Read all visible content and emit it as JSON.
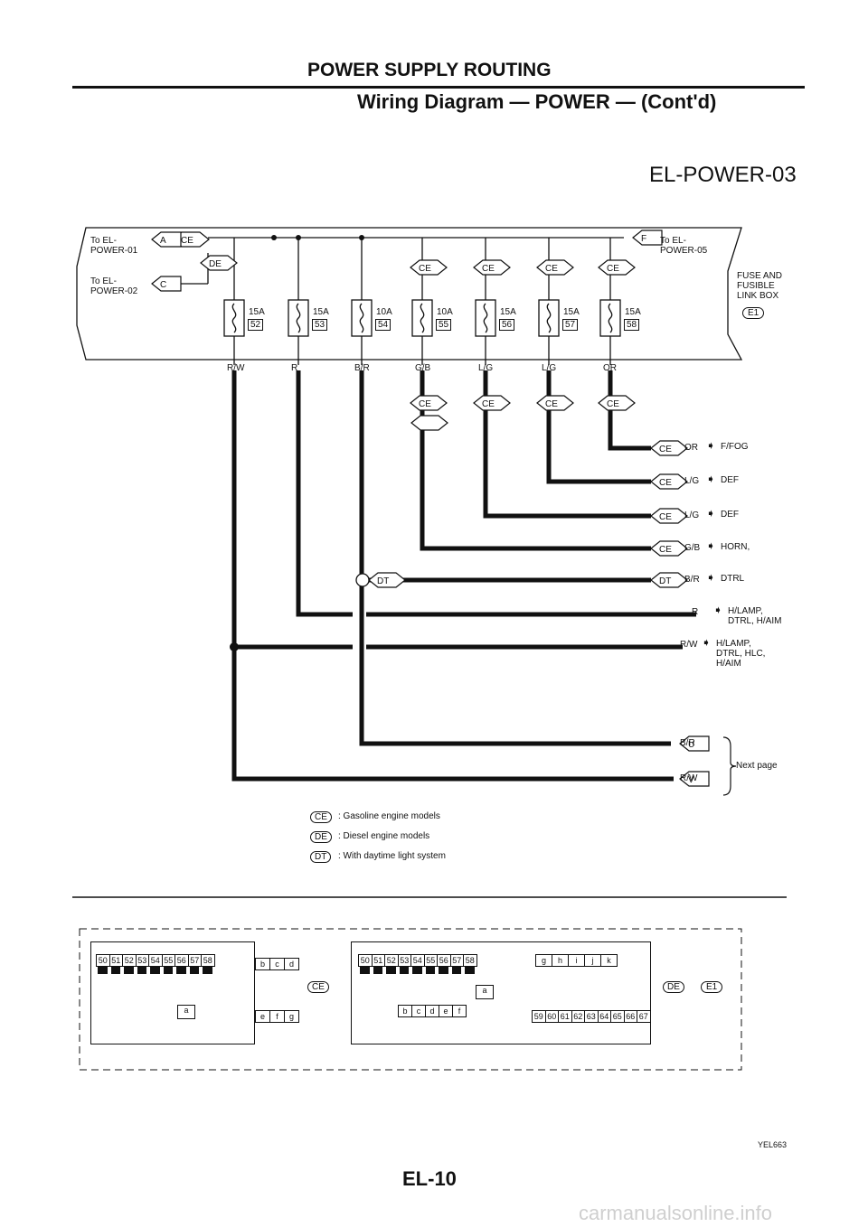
{
  "header": {
    "section": "POWER SUPPLY ROUTING",
    "subtitle": "Wiring Diagram — POWER — (Cont'd)",
    "diagram_code": "EL-POWER-03"
  },
  "connectors_top": {
    "to_power01": "To EL-\nPOWER-01",
    "to_power02": "To EL-\nPOWER-02",
    "to_power05": "To EL-\nPOWER-05",
    "fuse_box_label": "FUSE AND\nFUSIBLE\nLINK BOX",
    "fuse_box_code": "E1"
  },
  "markers": {
    "A": "A",
    "C": "C",
    "F": "F",
    "CE": "CE",
    "DE": "DE",
    "DT": "DT",
    "U": "U",
    "V": "V"
  },
  "fuses": [
    {
      "rating": "15A",
      "num": "52",
      "wire": "R/W"
    },
    {
      "rating": "15A",
      "num": "53",
      "wire": "R"
    },
    {
      "rating": "10A",
      "num": "54",
      "wire": "B/R"
    },
    {
      "rating": "10A",
      "num": "55",
      "wire": "G/B"
    },
    {
      "rating": "15A",
      "num": "56",
      "wire": "L/G"
    },
    {
      "rating": "15A",
      "num": "57",
      "wire": "L/G"
    },
    {
      "rating": "15A",
      "num": "58",
      "wire": "OR"
    }
  ],
  "outputs": [
    {
      "wire": "OR",
      "dest": "F/FOG"
    },
    {
      "wire": "L/G",
      "dest": "DEF"
    },
    {
      "wire": "L/G",
      "dest": "DEF"
    },
    {
      "wire": "G/B",
      "dest": "HORN,"
    },
    {
      "wire": "B/R",
      "dest": "DTRL"
    },
    {
      "wire": "R",
      "dest": "H/LAMP,\nDTRL, H/AIM"
    },
    {
      "wire": "R/W",
      "dest": "H/LAMP,\nDTRL, HLC,\nH/AIM"
    },
    {
      "wire": "B/R",
      "dest": ""
    },
    {
      "wire": "R/W",
      "dest": ""
    }
  ],
  "next_page": "Next page",
  "legend": [
    {
      "code": "CE",
      "text": ": Gasoline engine models"
    },
    {
      "code": "DE",
      "text": ": Diesel engine models"
    },
    {
      "code": "DT",
      "text": ": With daytime light system"
    }
  ],
  "bottom_connectors": {
    "left_row": [
      "50",
      "51",
      "52",
      "53",
      "54",
      "55",
      "56",
      "57",
      "58"
    ],
    "small_a": "a",
    "bcd": [
      "b",
      "c",
      "d"
    ],
    "efg": [
      "e",
      "f",
      "g"
    ],
    "mid_row": [
      "50",
      "51",
      "52",
      "53",
      "54",
      "55",
      "56",
      "57",
      "58"
    ],
    "bcdef": [
      "b",
      "c",
      "d",
      "e",
      "f"
    ],
    "ghijk": [
      "g",
      "h",
      "i",
      "j",
      "k"
    ],
    "row59_67": [
      "59",
      "60",
      "61",
      "62",
      "63",
      "64",
      "65",
      "66",
      "67"
    ],
    "ce_label": "CE",
    "de_label": "DE",
    "e1_label": "E1"
  },
  "footer": {
    "ref": "YEL663",
    "page": "EL-10",
    "watermark": "carmanualsonline.info"
  }
}
